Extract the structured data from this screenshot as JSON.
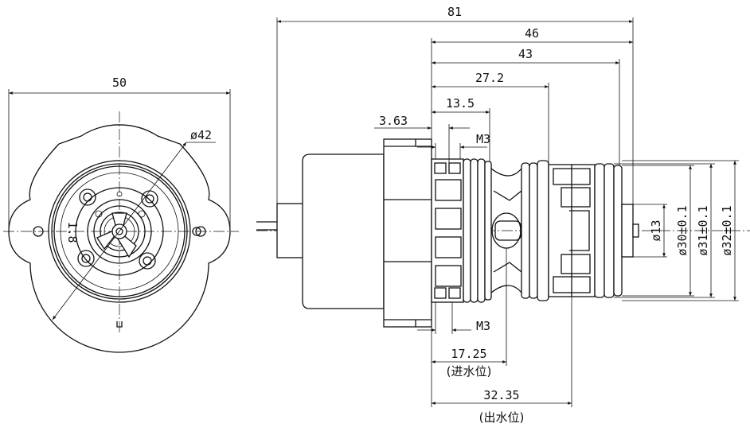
{
  "front_view": {
    "width_dim": "50",
    "diameter_dim": "ø42",
    "face_mark": "1.8"
  },
  "side_view": {
    "overall_length": "81",
    "dim_46": "46",
    "dim_43": "43",
    "dim_27": "27.2",
    "dim_13": "13.5",
    "dim_363": "3.63",
    "thread_top": "M3",
    "thread_bottom": "M3",
    "inlet_dim": "17.25",
    "inlet_label": "(进水位)",
    "outlet_dim": "32.35",
    "outlet_label": "(出水位)",
    "shaft_dia": "ø13",
    "dia_30": "ø30±0.1",
    "dia_31": "ø31±0.1",
    "dia_32": "ø32±0.1"
  }
}
